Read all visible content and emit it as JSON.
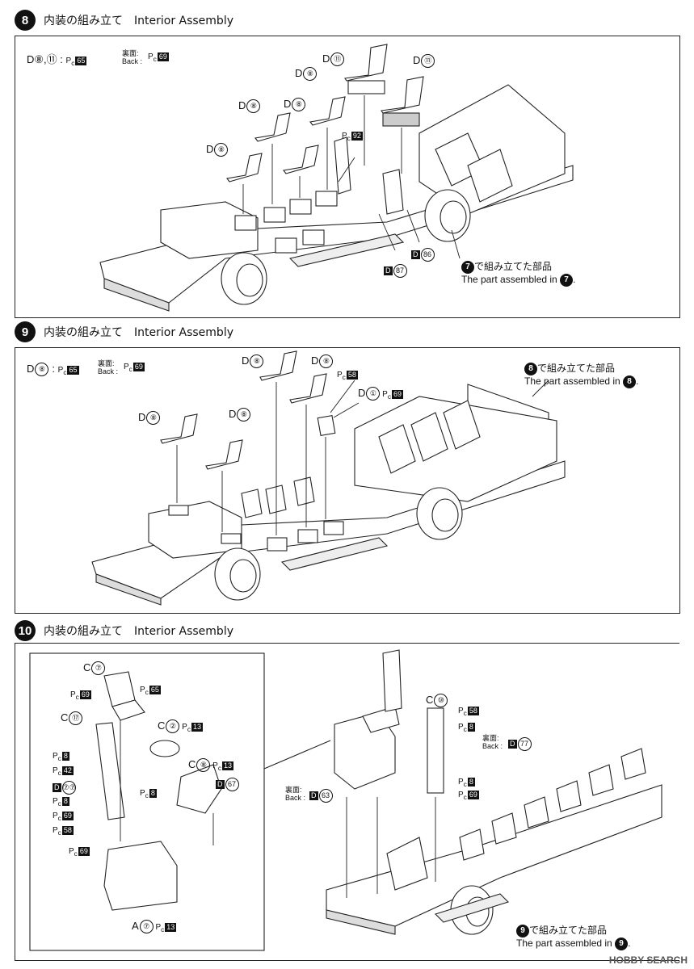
{
  "steps": [
    {
      "num": "8",
      "title": "内装の組み立て　Interior Assembly"
    },
    {
      "num": "9",
      "title": "内装の組み立て　Interior Assembly"
    },
    {
      "num": "10",
      "title": "内装の組み立て　Interior Assembly"
    }
  ],
  "step8": {
    "legend": {
      "prefix": "D",
      "parts": "⑧,⑪ :",
      "pc1": "65",
      "back_jp": "裏面:",
      "back_en": "Back :",
      "pc2": "69"
    },
    "labels": [
      "⑪",
      "⑪",
      "⑧",
      "⑧",
      "⑧",
      "⑧"
    ],
    "pc_label": "92",
    "d86": "86",
    "d87": "87",
    "note_jp": "で組み立てた部品",
    "note_en": "The part assembled in",
    "note_ref": "7"
  },
  "step9": {
    "legend": {
      "prefix": "D",
      "parts": "⑧ :",
      "pc1": "65",
      "back_jp": "裏面:",
      "back_en": "Back :",
      "pc2": "69"
    },
    "labels": [
      "⑧",
      "⑧",
      "⑧",
      "⑧"
    ],
    "pc58": "58",
    "d1": "①",
    "pc69": "69",
    "note_jp": "で組み立てた部品",
    "note_en": "The part assembled in",
    "note_ref": "8"
  },
  "step10": {
    "c7": "⑦",
    "pc69a": "69",
    "pc65": "65",
    "c17": "⑰",
    "c2": "②",
    "pc13a": "13",
    "c8": "⑧",
    "pc13b": "13",
    "d67": "67",
    "left_list": [
      "8",
      "42",
      "⑦⑦",
      "8",
      "69",
      "58"
    ],
    "pc8": "8",
    "pc69b": "69",
    "a7": "⑦",
    "pc13c": "13",
    "back_jp": "裏面:",
    "back_en": "Back :",
    "d63": "63",
    "c10": "⑩",
    "right_list_top": [
      "58",
      "8"
    ],
    "back2_jp": "裏面:",
    "back2_en": "Back :",
    "d77": "77",
    "right_list_bot": [
      "8",
      "69"
    ],
    "note_jp": "で組み立てた部品",
    "note_en": "The part assembled in",
    "note_ref": "9"
  },
  "watermark": "HOBBY SEARCH"
}
